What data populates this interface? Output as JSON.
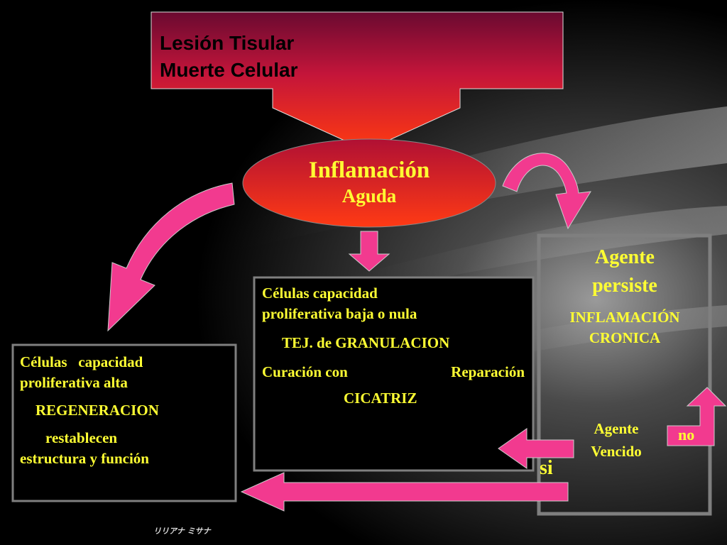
{
  "top_box": {
    "line1": "Lesión Tisular",
    "line2": "Muerte Celular"
  },
  "ellipse": {
    "title": "Inflamación",
    "subtitle": "Aguda"
  },
  "center_box": {
    "line1": "Células capacidad",
    "line2": "proliferativa baja o nula",
    "line3": "TEJ. de GRANULACION",
    "line4a": "Curación  con",
    "line4b": "Reparación",
    "line5": "CICATRIZ"
  },
  "left_box": {
    "line1": "Células   capacidad",
    "line2": "proliferativa alta",
    "line3": "REGENERACION",
    "line4": "restablecen",
    "line5": "estructura y función"
  },
  "right_box": {
    "title1": "Agente",
    "title2": "persiste",
    "sub1": "INFLAMACIÓN",
    "sub2": "CRONICA",
    "vencido1": "Agente",
    "vencido2": "Vencido",
    "no": "no",
    "si": "si"
  },
  "footer": "リリアナ ミサナ",
  "colors": {
    "text_yellow": "#ffff33",
    "arrow_pink": "#f23a8f",
    "box_border": "#7f7f7f",
    "gradient_top": "#6e0a2e",
    "gradient_bottom": "#ff3a10"
  }
}
